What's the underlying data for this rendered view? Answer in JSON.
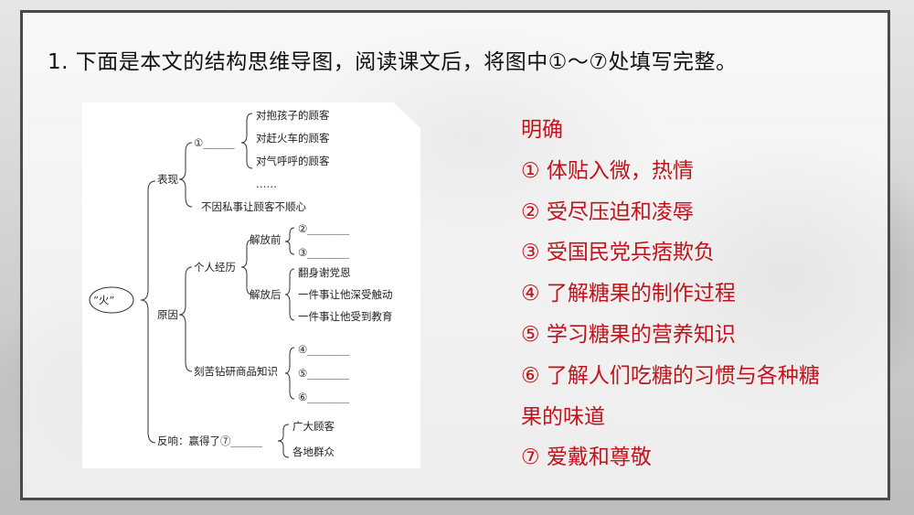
{
  "question": "1. 下面是本文的结构思维导图，阅读课文后，将图中①～⑦处填写完整。",
  "mindmap": {
    "root": "“火”",
    "biaoxian": "表现",
    "b1": "①______",
    "b1_items": [
      "对抱孩子的顾客",
      "对赶火车的顾客",
      "对气呼呼的顾客",
      "……"
    ],
    "b2": "不因私事让顾客不顺心",
    "yuanyin": "原因",
    "geren": "个人经历",
    "jiefangqian": "解放前",
    "q2": "②________",
    "q3": "③________",
    "jiefanghou": "解放后",
    "hou_items": [
      "翻身谢党恩",
      "一件事让他深受触动",
      "一件事让他受到教育"
    ],
    "keku": "刻苦钻研商品知识",
    "q4": "④________",
    "q5": "⑤________",
    "q6": "⑥________",
    "fanxiang": "反响：赢得了⑦______",
    "fx_items": [
      "广大顾客",
      "各地群众"
    ]
  },
  "answers": {
    "heading": "明确",
    "lines": [
      "① 体贴入微，热情",
      "② 受尽压迫和凌辱",
      "③ 受国民党兵痞欺负",
      "④ 了解糖果的制作过程",
      "⑤ 学习糖果的营养知识",
      "⑥ 了解人们吃糖的习惯与各种糖",
      "果的味道",
      "⑦ 爱戴和尊敬"
    ]
  }
}
